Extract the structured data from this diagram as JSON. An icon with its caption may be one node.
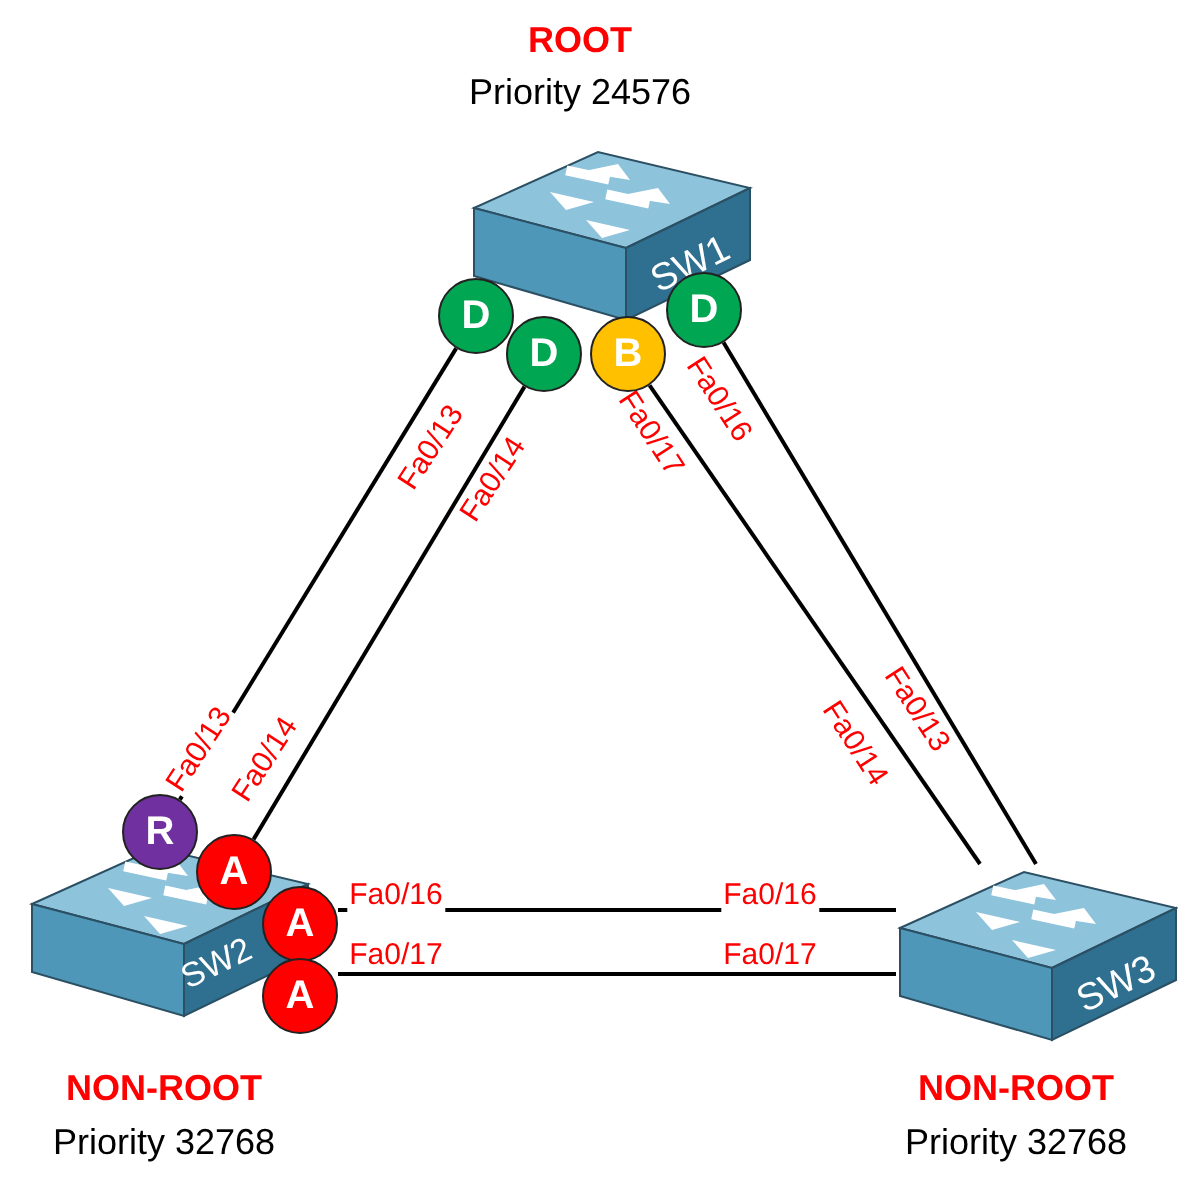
{
  "diagram": {
    "nodes": [
      {
        "text": [
          "SW1"
        ],
        "beside": [
          "ROOT",
          "Priority 24576"
        ]
      },
      {
        "text": [
          "SW2"
        ],
        "beside": [
          "NON-ROOT",
          "Priority 32768"
        ]
      },
      {
        "text": [
          "SW3"
        ],
        "beside": [
          "NON-ROOT",
          "Priority 32768"
        ]
      },
      {
        "text": [
          "D"
        ]
      },
      {
        "text": [
          "D"
        ]
      },
      {
        "text": [
          "B"
        ]
      },
      {
        "text": [
          "D"
        ]
      },
      {
        "text": [
          "R"
        ]
      },
      {
        "text": [
          "A"
        ]
      },
      {
        "text": [
          "A"
        ]
      },
      {
        "text": [
          "A"
        ]
      }
    ],
    "edges": [
      {
        "from": 3,
        "to": 7,
        "arrow": "none"
      },
      {
        "from": 4,
        "to": 8,
        "arrow": "none"
      },
      {
        "from": 5,
        "to": 2,
        "arrow": "none"
      },
      {
        "from": 6,
        "to": 2,
        "arrow": "none"
      },
      {
        "from": 9,
        "to": 2,
        "arrow": "none"
      },
      {
        "from": 10,
        "to": 2,
        "arrow": "none"
      }
    ],
    "labels": [
      "Fa0/13",
      "Fa0/14",
      "Fa0/17",
      "Fa0/16",
      "Fa0/13",
      "Fa0/14",
      "Fa0/14",
      "Fa0/13",
      "Fa0/16",
      "Fa0/16",
      "Fa0/17",
      "Fa0/17"
    ]
  }
}
